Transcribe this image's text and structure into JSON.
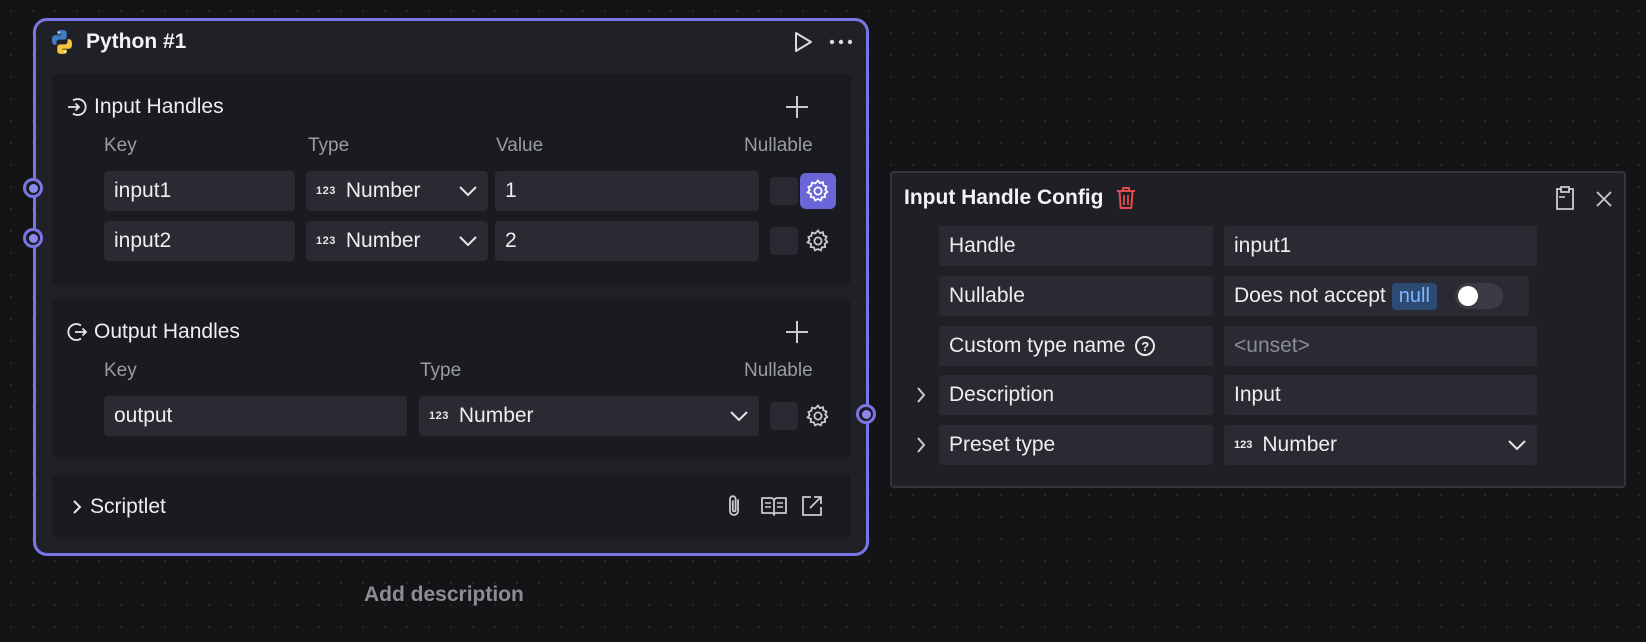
{
  "node": {
    "title": "Python #1",
    "input_section": {
      "title": "Input Handles",
      "col_key": "Key",
      "col_type": "Type",
      "col_value": "Value",
      "col_nullable": "Nullable",
      "rows": [
        {
          "key": "input1",
          "type": "Number",
          "value": "1"
        },
        {
          "key": "input2",
          "type": "Number",
          "value": "2"
        }
      ]
    },
    "output_section": {
      "title": "Output Handles",
      "col_key": "Key",
      "col_type": "Type",
      "col_nullable": "Nullable",
      "rows": [
        {
          "key": "output",
          "type": "Number"
        }
      ]
    },
    "scriptlet": {
      "title": "Scriptlet"
    },
    "type_icon_text": "123",
    "add_description": "Add description"
  },
  "panel": {
    "title": "Input Handle Config",
    "handle_label": "Handle",
    "handle_value": "input1",
    "nullable_label": "Nullable",
    "nullable_text": "Does not accept",
    "nullable_badge": "null",
    "nullable_enabled": false,
    "custom_type_label": "Custom type name",
    "custom_type_placeholder": "<unset>",
    "description_label": "Description",
    "description_value": "Input",
    "preset_label": "Preset type",
    "preset_value": "Number"
  },
  "colors": {
    "accent": "#7a75e6",
    "delete": "#e5484d",
    "null_badge": "#7fb6ff"
  },
  "icons": {
    "node": "python-logo-icon",
    "run": "play-icon",
    "more": "more-horizontal-icon",
    "input_section": "input-arrow-icon",
    "output_section": "output-arrow-icon",
    "add": "plus-icon",
    "settings": "gear-icon",
    "attach": "paperclip-icon",
    "docs": "book-open-icon",
    "open_external": "external-link-icon",
    "delete": "trash-icon",
    "copy": "paste-icon",
    "close": "close-icon"
  }
}
